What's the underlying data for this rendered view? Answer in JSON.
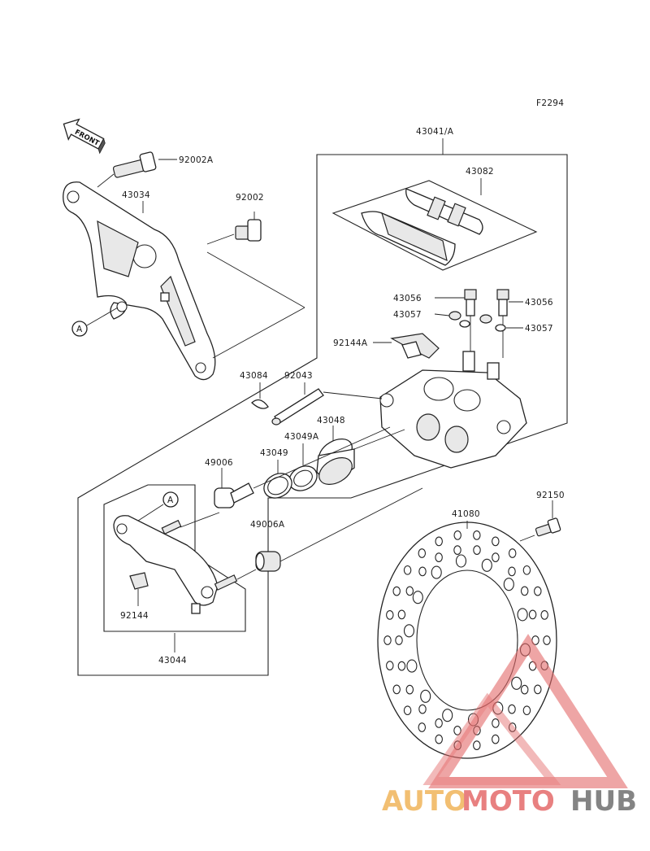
{
  "figure_code": "F2294",
  "front_label": "FRONT",
  "callout_letter": "A",
  "parts": {
    "bolt_92002A": "92002A",
    "bracket_43034": "43034",
    "bolt_92002": "92002",
    "caliper_assy": "43041/A",
    "pad_set": "43082",
    "bleeder_left": "43056",
    "bleeder_right": "43056",
    "cap_left": "43057",
    "cap_right": "43057",
    "spring_92144A": "92144A",
    "pin_clip": "43084",
    "pad_pin": "92043",
    "piston": "43048",
    "seal_43049A": "43049A",
    "seal_43049": "43049",
    "boot_49006": "49006",
    "boot_49006A": "49006A",
    "spring_92144": "92144",
    "holder_43044": "43044",
    "disc_bolt": "92150",
    "disc": "41080"
  },
  "watermark": {
    "part1": "AUTO",
    "part2": "MOTO",
    "part3": "HUB",
    "colors": {
      "auto": "#f0b45a",
      "moto": "#e46a6a",
      "hub": "#6f6f6f",
      "triangle": "#e46a6a"
    }
  }
}
